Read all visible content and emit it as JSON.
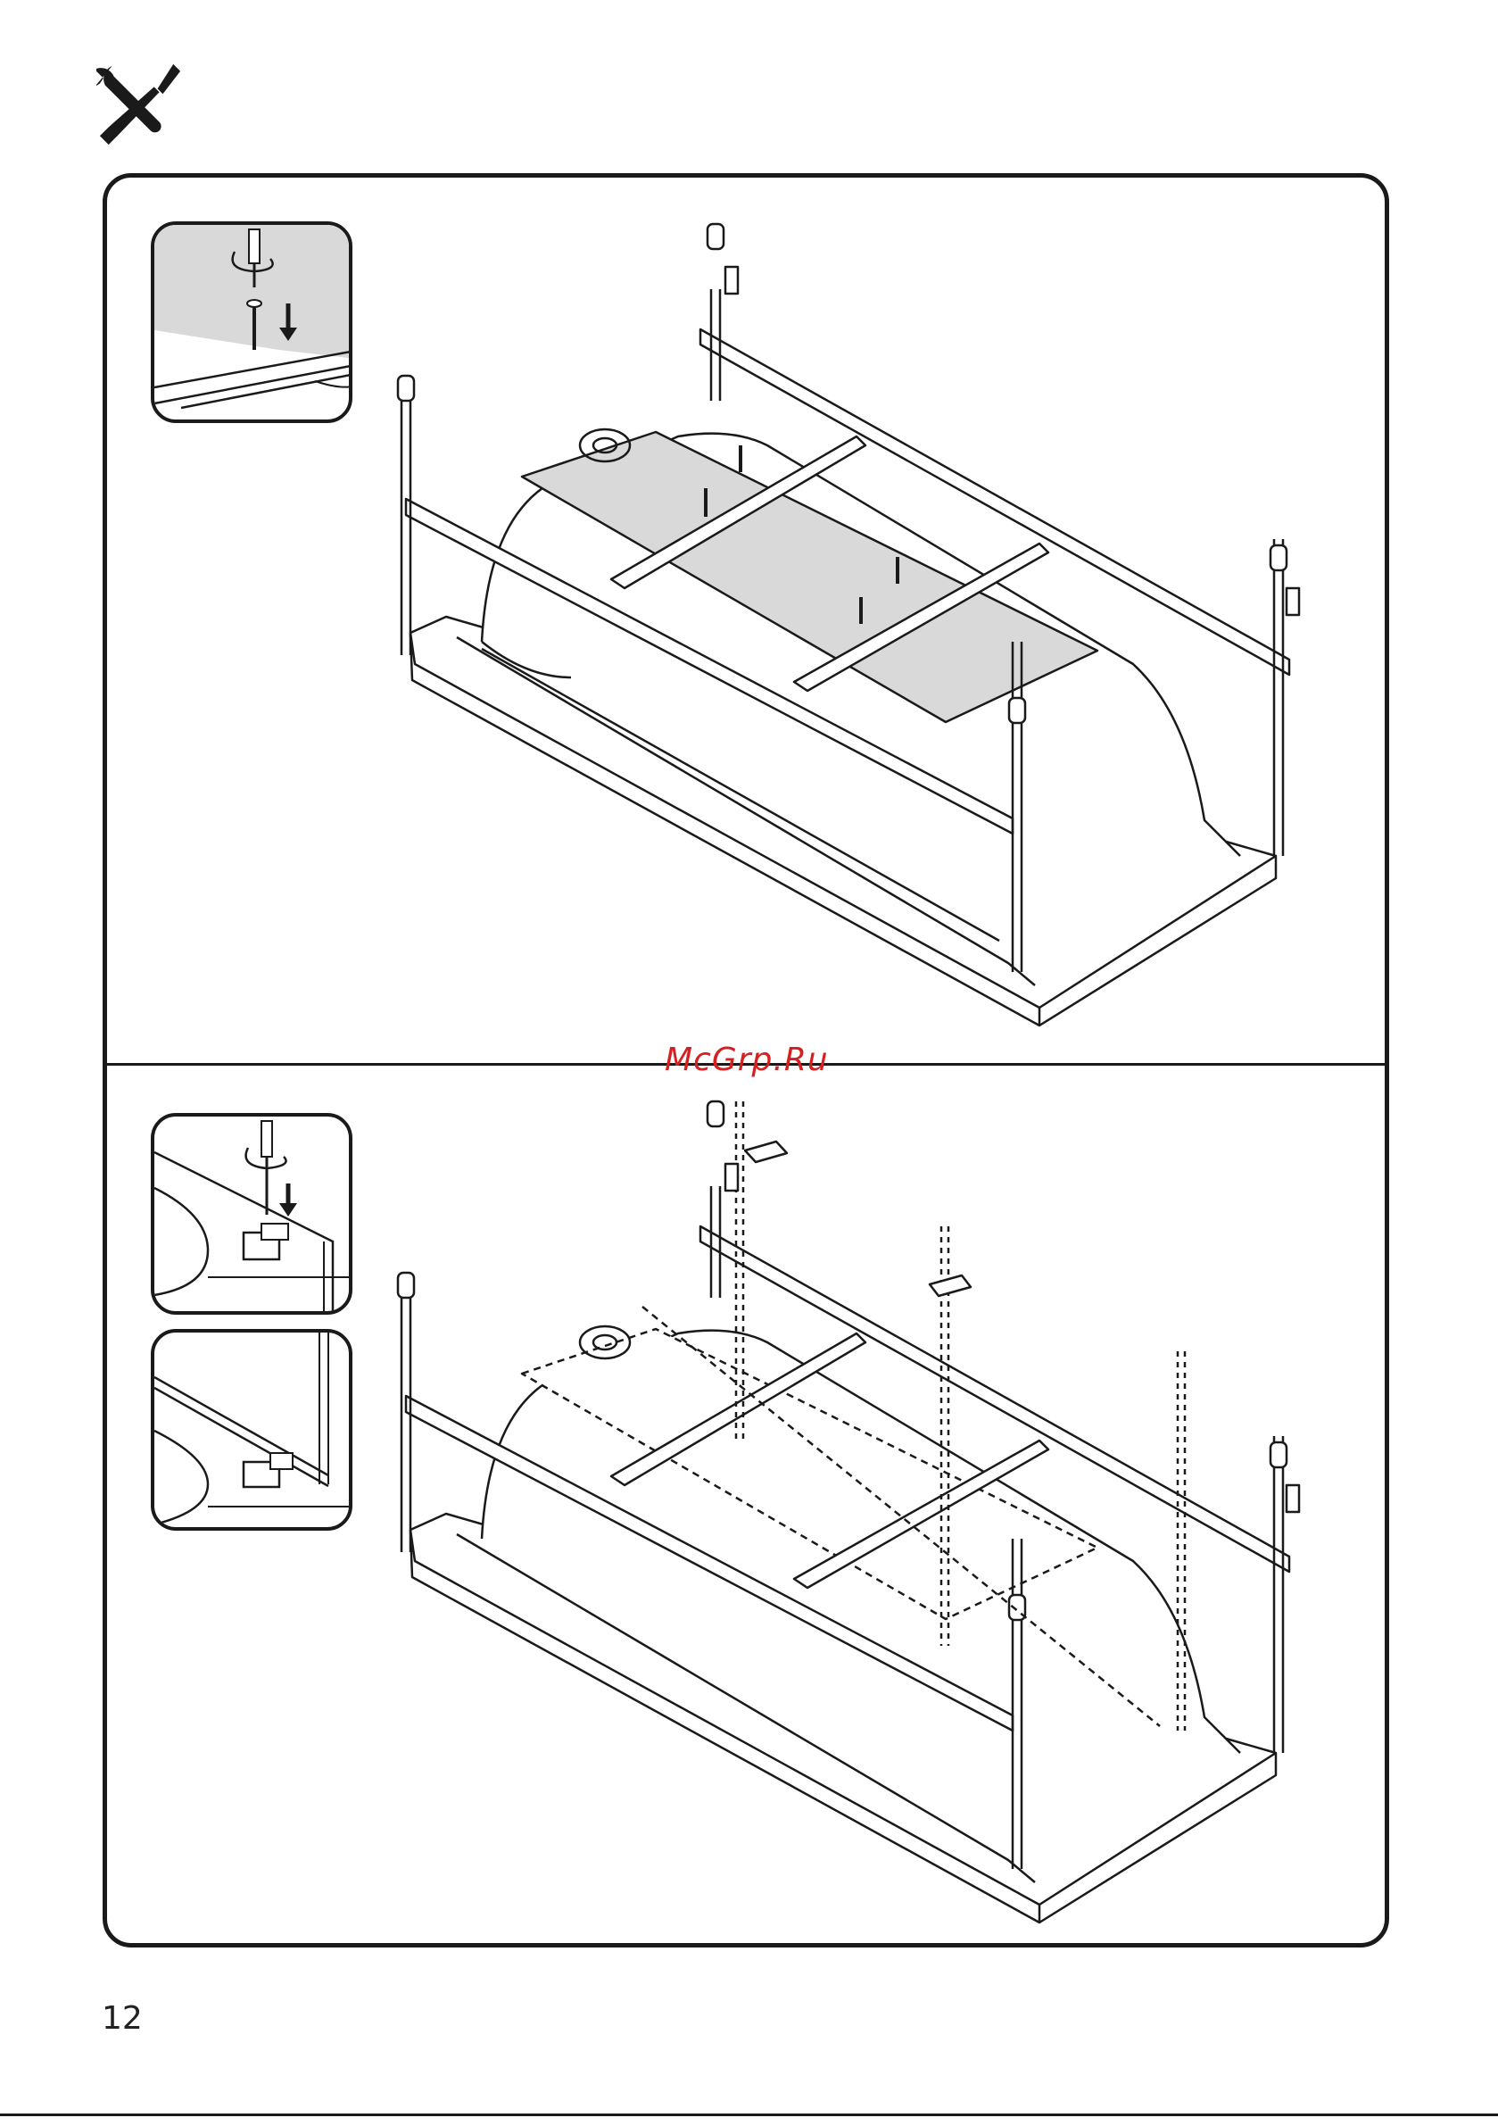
{
  "header": {
    "icon": "tools-icon"
  },
  "watermark": {
    "text": "McGrp.Ru"
  },
  "footer": {
    "page_number": "12"
  },
  "steps": [
    {
      "name": "step-top",
      "insets": [
        "screwdriver-screw-detail"
      ]
    },
    {
      "name": "step-bottom",
      "insets": [
        "bracket-screw-detail",
        "bracket-installed-detail"
      ]
    }
  ],
  "colors": {
    "line": "#1a1a1a",
    "panel_fill": "#d9d9d9",
    "watermark": "#d42020"
  }
}
